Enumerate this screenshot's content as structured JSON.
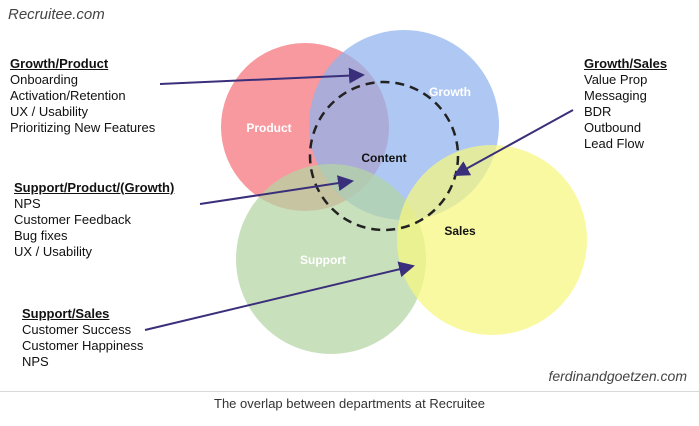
{
  "brand": "Recruitee.com",
  "credit": "ferdinandgoetzen.com",
  "caption": "The overlap between departments at Recruitee",
  "circles": {
    "product": {
      "label": "Product",
      "fill": "#f4727a",
      "label_color": "#ffffff"
    },
    "growth": {
      "label": "Growth",
      "fill": "#8fb3ee",
      "label_color": "#ffffff"
    },
    "support": {
      "label": "Support",
      "fill": "#b4d4a4",
      "label_color": "#ffffff"
    },
    "sales": {
      "label": "Sales",
      "fill": "#f7f77e",
      "label_color": "#111111"
    },
    "content": {
      "label": "Content",
      "label_color": "#111111"
    }
  },
  "arrow_color": "#3a2f7a",
  "blocks": {
    "growth_product": {
      "title": "Growth/Product",
      "items": [
        "Onboarding",
        "Activation/Retention",
        "UX / Usability",
        "Prioritizing New Features"
      ]
    },
    "growth_sales": {
      "title": "Growth/Sales",
      "items": [
        "Value Prop",
        "Messaging",
        "BDR",
        "Outbound",
        "Lead Flow"
      ]
    },
    "support_product_growth": {
      "title": "Support/Product/(Growth)",
      "items": [
        "NPS",
        "Customer Feedback",
        "Bug fixes",
        "UX / Usability"
      ]
    },
    "support_sales": {
      "title": "Support/Sales",
      "items": [
        "Customer Success",
        "Customer Happiness",
        "NPS"
      ]
    }
  }
}
